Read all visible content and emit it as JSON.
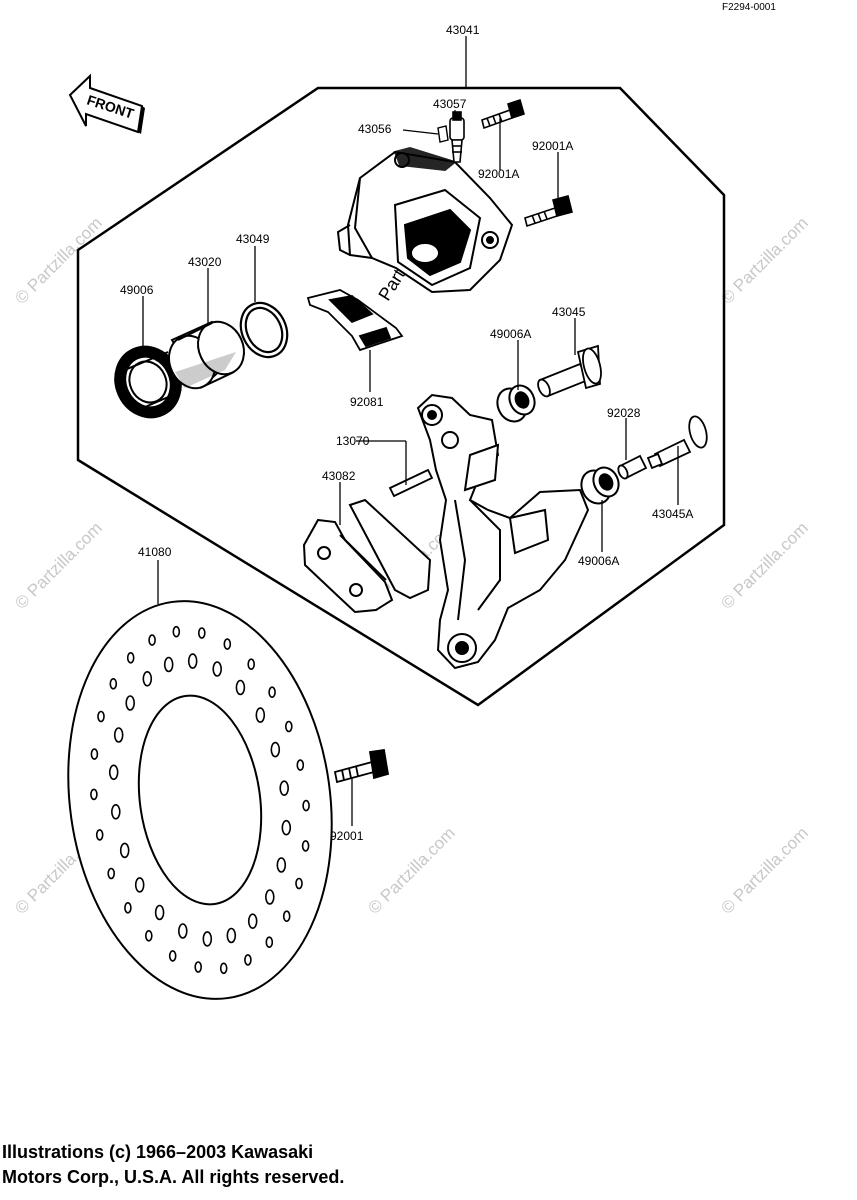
{
  "ref_code": "F2294-0001",
  "front_label": "FRONT",
  "watermark": "© Partzilla.com",
  "inline_watermark": "Partzilla.com",
  "copyright": {
    "line1": "Illustrations (c) 1966–2003 Kawasaki",
    "line2": "Motors Corp., U.S.A.  All rights reserved."
  },
  "labels": {
    "p43041": "43041",
    "p43057": "43057",
    "p43056": "43056",
    "p92001A_1": "92001A",
    "p92001A_2": "92001A",
    "p43049": "43049",
    "p43020": "43020",
    "p49006": "49006",
    "p92081": "92081",
    "p43045": "43045",
    "p49006A_1": "49006A",
    "p92028": "92028",
    "p13070": "13070",
    "p43082": "43082",
    "p43045A": "43045A",
    "p49006A_2": "49006A",
    "p41080": "41080",
    "p92001": "92001"
  }
}
